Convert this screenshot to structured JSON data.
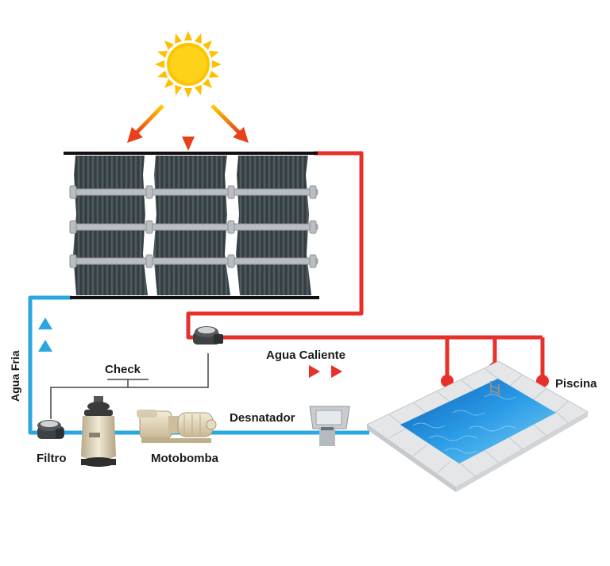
{
  "labels": {
    "agua_fria": "Agua Fria",
    "check": "Check",
    "agua_caliente": "Agua Caliente",
    "piscina": "Piscina",
    "desnatador": "Desnatador",
    "filtro": "Filtro",
    "motobomba": "Motobomba"
  },
  "colors": {
    "cold_pipe": "#2aa7e0",
    "hot_pipe": "#e8302a",
    "sun": "#ffc400",
    "panel": "#3a4448",
    "pool_water": "#1e88d8"
  },
  "icons": [
    "sun-icon",
    "solar-panel",
    "check-valve-icon",
    "filter-icon",
    "pump-icon",
    "skimmer-icon",
    "pool-icon",
    "arrow-up-icon",
    "arrow-right-icon"
  ]
}
